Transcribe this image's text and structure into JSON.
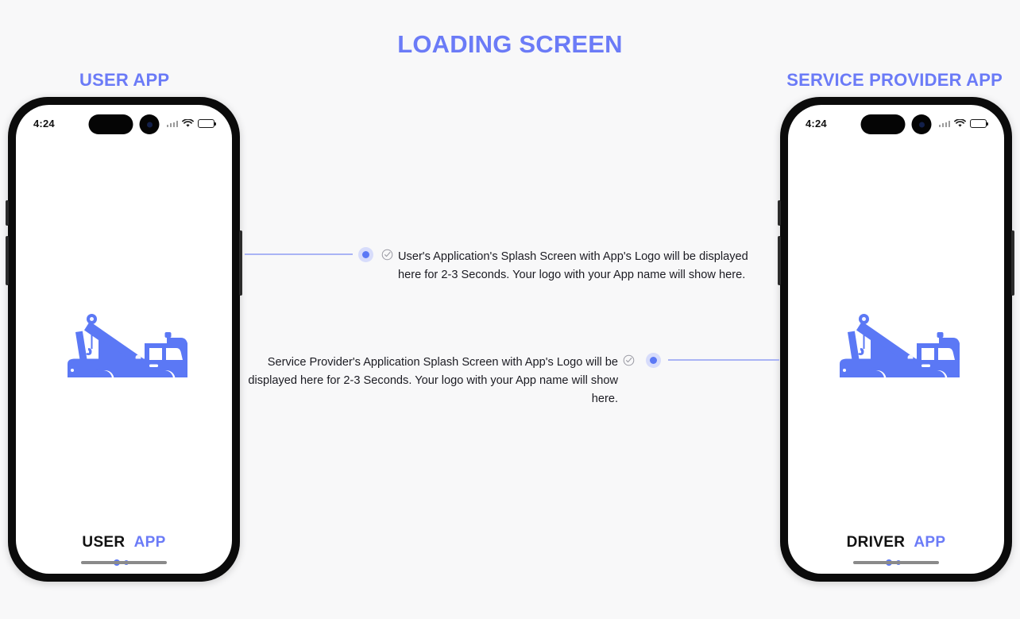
{
  "page": {
    "title": "LOADING SCREEN",
    "background_color": "#f8f8f9",
    "accent_color": "#6b7bf7",
    "line_color": "#aab4f5",
    "dot_color": "#5b78f5"
  },
  "panels": [
    {
      "title": "USER APP",
      "status_bar": {
        "time": "4:24",
        "signal_icon": "signal-bars-icon",
        "wifi_icon": "wifi-icon",
        "battery_icon": "battery-icon"
      },
      "logo_icon": "tow-truck-icon",
      "wordmark": {
        "primary": "USER",
        "secondary": "APP"
      },
      "loader_icon": "loading-dots-icon",
      "home_indicator_icon": "home-indicator"
    },
    {
      "title": "SERVICE PROVIDER APP",
      "status_bar": {
        "time": "4:24",
        "signal_icon": "signal-bars-icon",
        "wifi_icon": "wifi-icon",
        "battery_icon": "battery-icon"
      },
      "logo_icon": "tow-truck-icon",
      "wordmark": {
        "primary": "DRIVER",
        "secondary": "APP"
      },
      "loader_icon": "loading-dots-icon",
      "home_indicator_icon": "home-indicator"
    }
  ],
  "callouts": [
    {
      "id": "user-app-callout",
      "text": "User's Application's Splash Screen with App's Logo will be displayed here for 2-3 Seconds. Your logo with your App name will show here.",
      "marker_icon": "check-circle-icon",
      "connector_icon": "connector-dot"
    },
    {
      "id": "service-provider-callout",
      "text": "Service Provider's Application Splash Screen with App's Logo will be displayed here for 2-3 Seconds. Your logo with your App name will show here.",
      "marker_icon": "check-circle-icon",
      "connector_icon": "connector-dot"
    }
  ]
}
